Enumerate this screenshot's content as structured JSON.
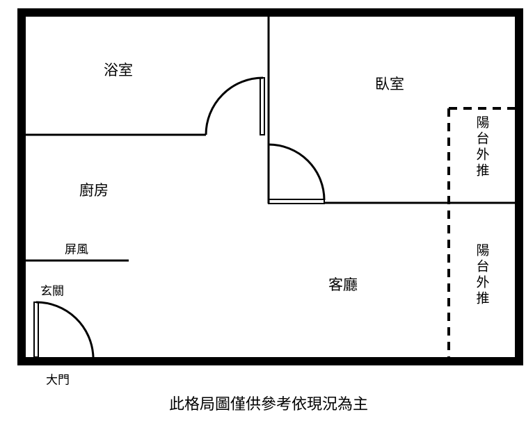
{
  "rooms": {
    "bathroom": "浴室",
    "bedroom": "臥室",
    "kitchen": "廚房",
    "living_room": "客廳",
    "screen": "屏風",
    "entrance": "玄關",
    "balcony_upper": "陽台外推",
    "balcony_lower": "陽台外推",
    "main_door": "大門"
  },
  "caption": "此格局圖僅供參考依現況為主"
}
